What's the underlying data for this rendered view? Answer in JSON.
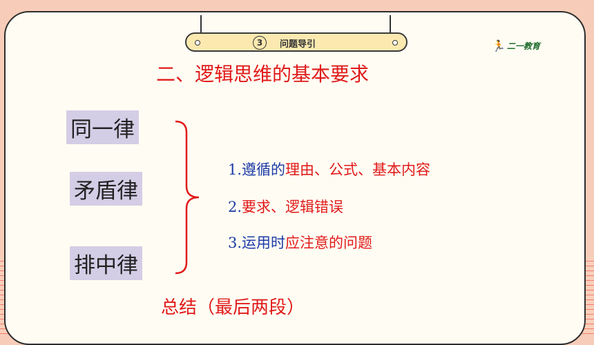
{
  "header": {
    "number": "3",
    "label": "问题导引"
  },
  "logo": {
    "text": "二一教育"
  },
  "title": "二、逻辑思维的基本要求",
  "laws": [
    "同一律",
    "矛盾律",
    "排中律"
  ],
  "items": [
    {
      "prefix": "1.",
      "parts": [
        {
          "text": "遵循的",
          "color": "blue"
        },
        {
          "text": "理由、公式、基本内容",
          "color": "red"
        }
      ]
    },
    {
      "prefix": "2.",
      "parts": [
        {
          "text": "要求、逻辑错误",
          "color": "red"
        }
      ]
    },
    {
      "prefix": "3.",
      "parts": [
        {
          "text": "运用时",
          "color": "blue"
        },
        {
          "text": "应注意的问题",
          "color": "red"
        }
      ]
    }
  ],
  "summary": "总结（最后两段）",
  "colors": {
    "accent_red": "#e01a1a",
    "accent_blue": "#1d3aa6",
    "law_bg": "#d4cde6"
  }
}
